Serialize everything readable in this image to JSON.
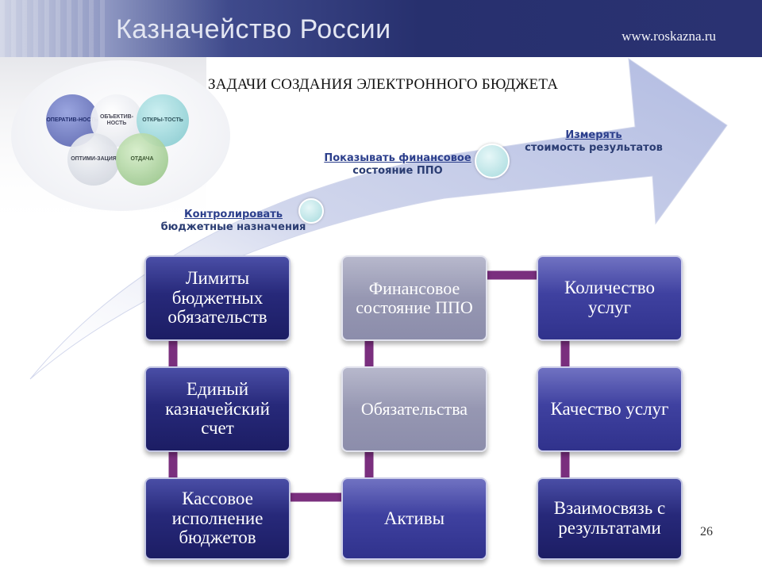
{
  "header": {
    "title": "Казначейство России",
    "url": "www.roskazna.ru"
  },
  "slide": {
    "subtitle": "ЗАДАЧИ СОЗДАНИЯ ЭЛЕКТРОННОГО БЮДЖЕТА",
    "number": "26"
  },
  "venn": {
    "circles": [
      "ОПЕРАТИВ-НОСТЬ",
      "ОБЪЕКТИВ-НОСТЬ",
      "ОТКРЫ-ТОСТЬ",
      "ОПТИМИ-ЗАЦИЯ",
      "ОТДАЧА"
    ]
  },
  "steps": [
    {
      "verb": "Контролировать",
      "text": "бюджетные назначения"
    },
    {
      "verb": "Показывать финансовое",
      "text": "состояние ППО"
    },
    {
      "verb": "Измерять",
      "text": "стоимость результатов"
    }
  ],
  "columns": [
    {
      "boxes": [
        "Лимиты бюджетных обязательств",
        "Единый казначейский счет",
        "Кассовое исполнение бюджетов"
      ]
    },
    {
      "boxes": [
        "Финансовое состояние ППО",
        "Обязательства",
        "Активы"
      ]
    },
    {
      "boxes": [
        "Количество услуг",
        "Качество услуг",
        "Взаимосвязь с результатами"
      ]
    }
  ],
  "colors": {
    "header_dark": "#27306e",
    "box_dark": "#1c1d64",
    "box_light": "#9697b2",
    "connector": "#7a2f7e",
    "step_text": "#2b3d73"
  }
}
